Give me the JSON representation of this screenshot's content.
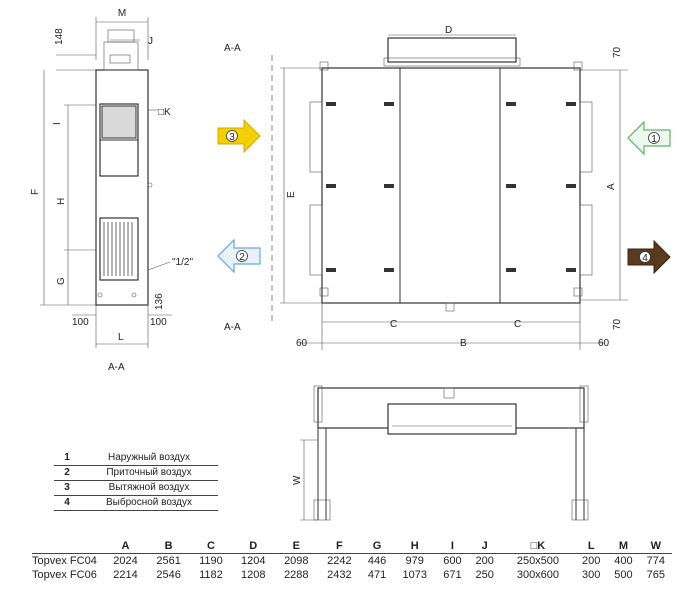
{
  "drawing": {
    "side_view": {
      "M": "M",
      "J": "J",
      "148": "148",
      "I": "I",
      "K": "□K",
      "F": "F",
      "H": "H",
      "G": "G",
      "half": "\"1/2\"",
      "136": "136",
      "100l": "100",
      "100r": "100",
      "L": "L",
      "AA": "A-A"
    },
    "front_view": {
      "AA_top": "A-A",
      "AA_bot": "A-A",
      "D": "D",
      "70t": "70",
      "70b": "70",
      "E": "E",
      "A": "A",
      "C1": "C",
      "C2": "C",
      "B": "B",
      "60l": "60",
      "60r": "60",
      "W": "W"
    },
    "arrows": [
      {
        "num": "3",
        "color": "#f2c400"
      },
      {
        "num": "2",
        "color": "#7fb7e6"
      },
      {
        "num": "1",
        "color": "#8fd18f"
      },
      {
        "num": "4",
        "color": "#5a3a1e"
      }
    ]
  },
  "legend": [
    {
      "num": "1",
      "text": "Наружный воздух"
    },
    {
      "num": "2",
      "text": "Приточный воздух"
    },
    {
      "num": "3",
      "text": "Вытяжной воздух"
    },
    {
      "num": "4",
      "text": "Выбросной воздух"
    }
  ],
  "specs": {
    "headers": [
      "",
      "A",
      "B",
      "C",
      "D",
      "E",
      "F",
      "G",
      "H",
      "I",
      "J",
      "□K",
      "L",
      "M",
      "W"
    ],
    "rows": [
      [
        "Topvex FC04",
        "2024",
        "2561",
        "1190",
        "1204",
        "2098",
        "2242",
        "446",
        "979",
        "600",
        "200",
        "250x500",
        "200",
        "400",
        "774"
      ],
      [
        "Topvex FC06",
        "2214",
        "2546",
        "1182",
        "1208",
        "2288",
        "2432",
        "471",
        "1073",
        "671",
        "250",
        "300x600",
        "300",
        "500",
        "765"
      ]
    ]
  }
}
